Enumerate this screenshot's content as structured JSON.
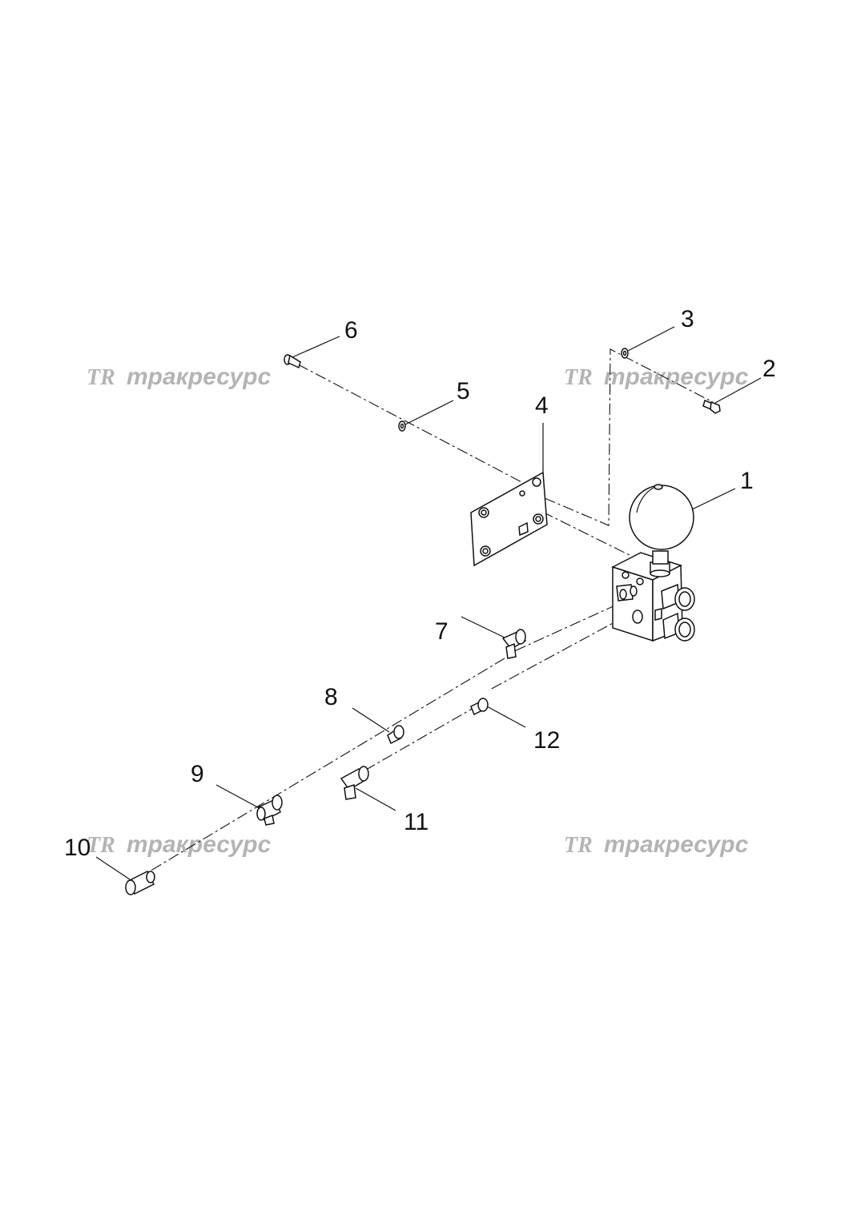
{
  "watermark": {
    "logo": "TR",
    "text": "тракресурс"
  },
  "callouts": {
    "c1": "1",
    "c2": "2",
    "c3": "3",
    "c4": "4",
    "c5": "5",
    "c6": "6",
    "c7": "7",
    "c8": "8",
    "c9": "9",
    "c10": "10",
    "c11": "11",
    "c12": "12"
  }
}
